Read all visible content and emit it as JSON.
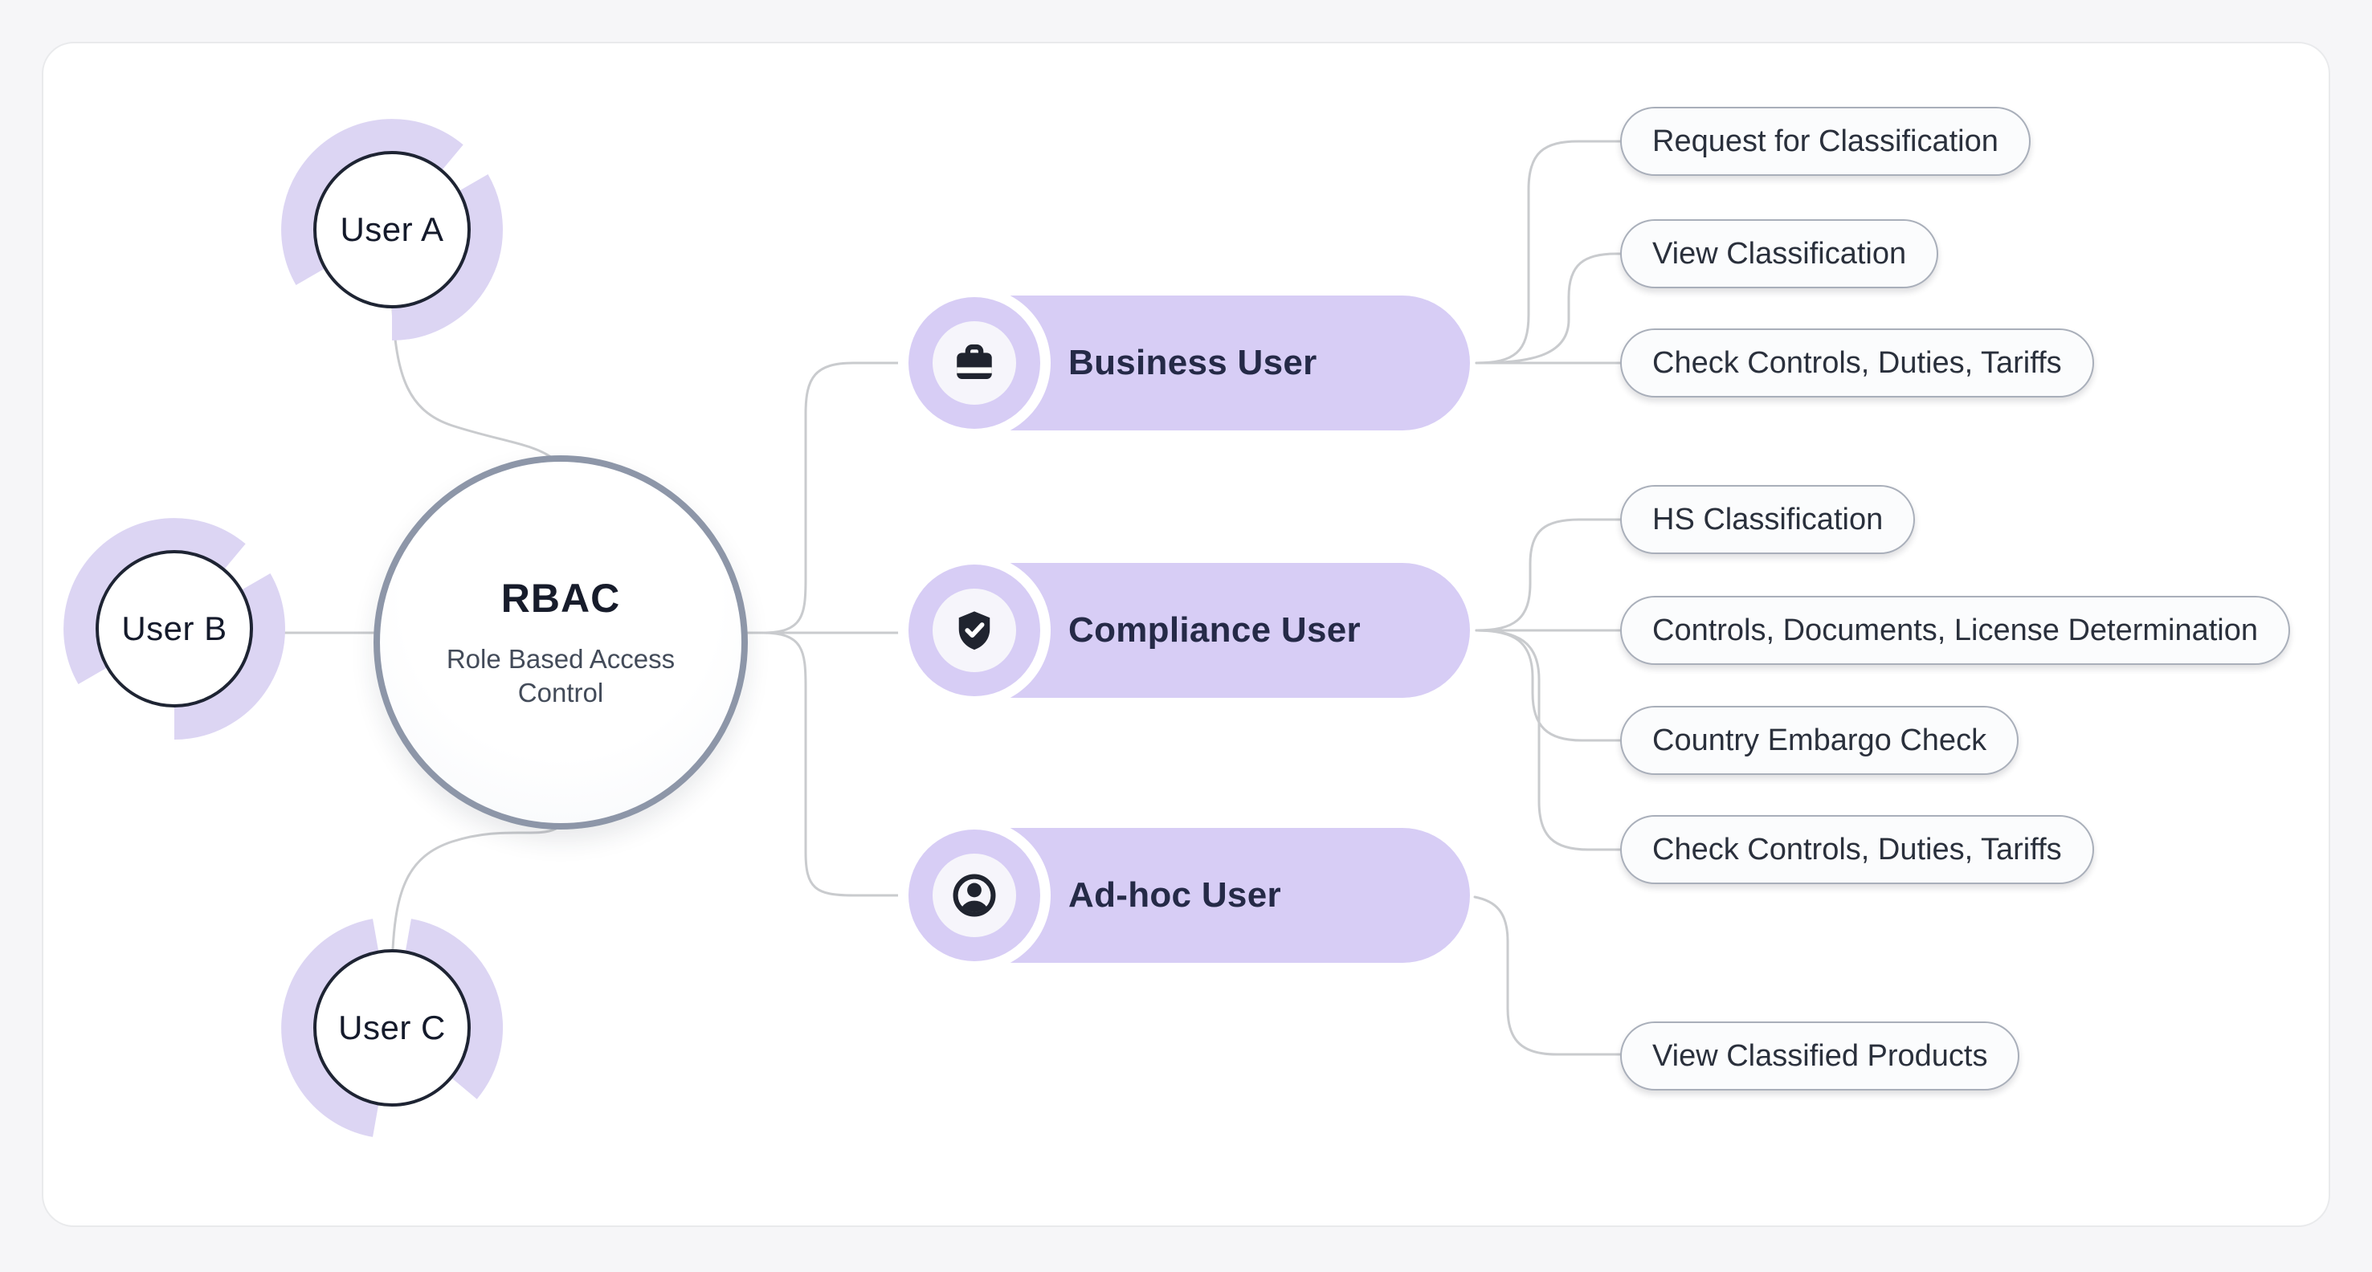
{
  "colors": {
    "page_bg": "#f6f6f8",
    "card_bg": "#ffffff",
    "lavender": "#d7cdf5",
    "lavender_arc": "#dcd5f3",
    "connector_gray": "#c9cbce",
    "icon_dark": "#20242f",
    "center_ring": "#8d96a8"
  },
  "center": {
    "title": "RBAC",
    "subtitle": "Role Based Access Control"
  },
  "users": [
    {
      "label": "User A"
    },
    {
      "label": "User B"
    },
    {
      "label": "User C"
    }
  ],
  "roles": [
    {
      "label": "Business User",
      "icon": "briefcase-icon",
      "tasks": [
        "Request for Classification",
        "View Classification",
        "Check Controls, Duties, Tariffs"
      ]
    },
    {
      "label": "Compliance User",
      "icon": "shield-check-icon",
      "tasks": [
        "HS Classification",
        "Controls, Documents, License Determination",
        "Country Embargo Check",
        "Check Controls, Duties, Tariffs"
      ]
    },
    {
      "label": "Ad-hoc User",
      "icon": "person-circle-icon",
      "tasks": [
        "View Classified Products"
      ]
    }
  ]
}
